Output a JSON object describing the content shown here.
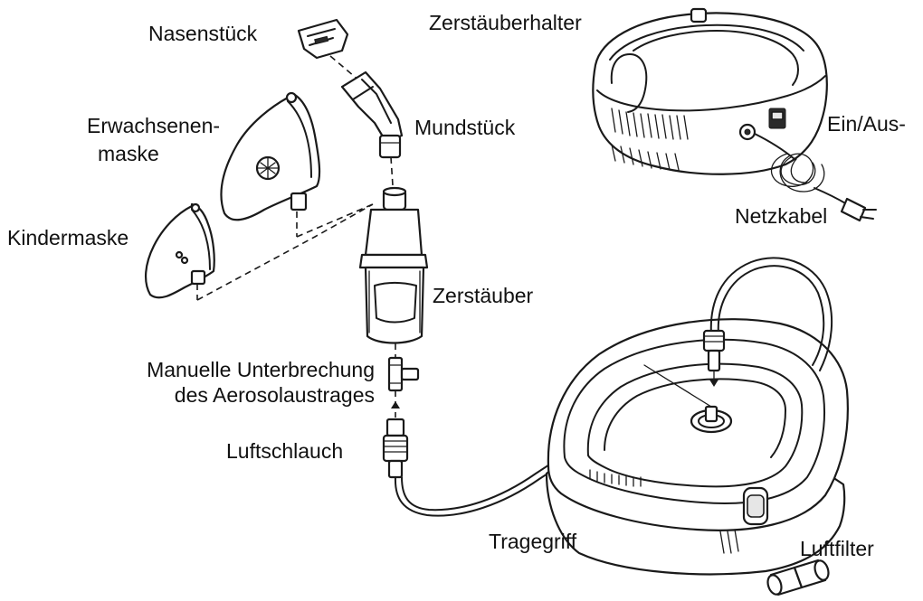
{
  "labels": {
    "nasenstueck": "Nasenstück",
    "erwachsenenmaske_line1": "Erwachsenen-",
    "erwachsenenmaske_line2": "maske",
    "kindermaske": "Kindermaske",
    "mundstueck": "Mundstück",
    "zerstaeuberhalter": "Zerstäuberhalter",
    "ein_aus": "Ein/Aus-",
    "netzkabel": "Netzkabel",
    "zerstaeuber": "Zerstäuber",
    "unterbrechung_line1": "Manuelle Unterbrechung",
    "unterbrechung_line2": "des Aerosolaustrages",
    "luftschlauch": "Luftschlauch",
    "tragegriff": "Tragegriff",
    "luftfilter": "Luftfilter"
  },
  "colors": {
    "line": "#1a1a1a",
    "background": "#ffffff",
    "text": "#111111"
  }
}
